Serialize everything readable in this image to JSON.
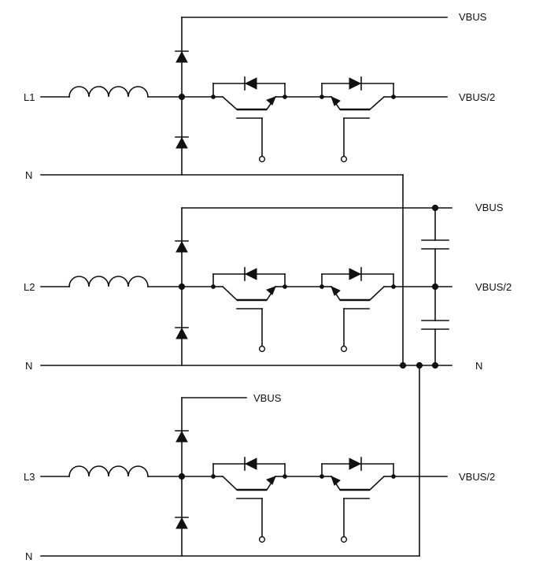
{
  "labels": {
    "l1": "L1",
    "l2": "L2",
    "l3": "L3",
    "n1": "N",
    "n2": "N",
    "n3": "N",
    "n_right": "N",
    "vbus_top": "VBUS",
    "vbus_half_1": "VBUS/2",
    "vbus_mid": "VBUS",
    "vbus_half_2": "VBUS/2",
    "vbus_bottom": "VBUS",
    "vbus_half_3": "VBUS/2"
  }
}
